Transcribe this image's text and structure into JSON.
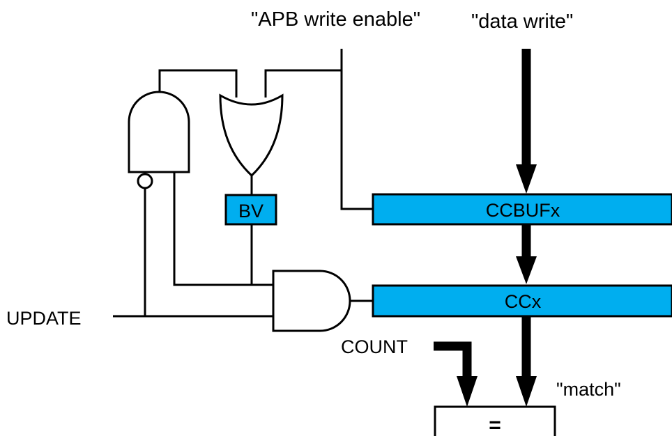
{
  "colors": {
    "register_fill": "#00AEEF",
    "line": "#000000",
    "background": "#FFFFFF"
  },
  "labels": {
    "apb_write_enable": "\"APB write enable\"",
    "data_write": "\"data write\"",
    "update": "UPDATE",
    "count": "COUNT",
    "match": "\"match\""
  },
  "blocks": {
    "bv": "BV",
    "ccbufx": "CCBUFx",
    "ccx": "CCx",
    "comparator": "="
  }
}
